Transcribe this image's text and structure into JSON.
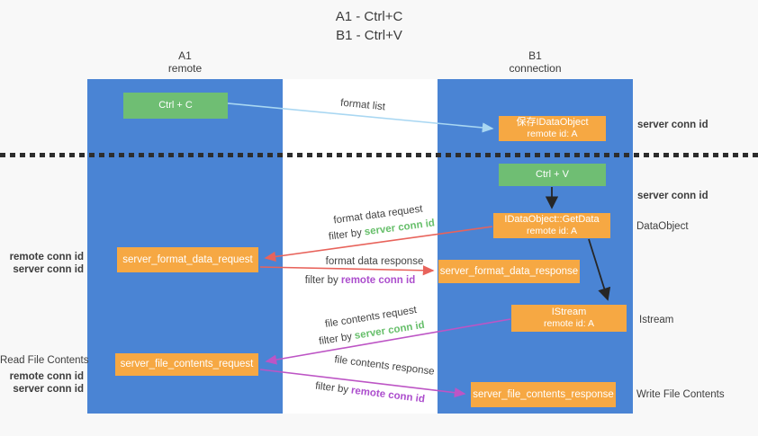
{
  "title": {
    "line1": "A1 - Ctrl+C",
    "line2": "B1 - Ctrl+V"
  },
  "lifelines": {
    "left": {
      "title": "A1",
      "subtitle": "remote"
    },
    "right": {
      "title": "B1",
      "subtitle": "connection"
    }
  },
  "nodes": {
    "ctrl_c": {
      "label": "Ctrl + C"
    },
    "save_idataobject": {
      "line1": "保存IDataObject",
      "line2": "remote id: A"
    },
    "ctrl_v": {
      "label": "Ctrl + V"
    },
    "idataobject_getdata": {
      "line1": "IDataObject::GetData",
      "line2": "remote id: A"
    },
    "server_format_data_request": {
      "label": "server_format_data_request"
    },
    "server_format_data_response": {
      "label": "server_format_data_response"
    },
    "istream_obj": {
      "line1": "IStream",
      "line2": "remote id: A"
    },
    "server_file_contents_request": {
      "label": "server_file_contents_request"
    },
    "server_file_contents_response": {
      "label": "server_file_contents_response"
    }
  },
  "edge_labels": {
    "format_list": "format list",
    "format_data_request": "format data request",
    "format_data_response": "format data response",
    "file_contents_request": "file contents request",
    "file_contents_response": "file contents response",
    "filter_by": "filter by",
    "server_conn_id": "server conn id",
    "remote_conn_id": "remote conn id"
  },
  "annotations": {
    "right_server_conn_id_top": "server conn id",
    "right_server_conn_id_mid": "server conn id",
    "dataobject": "DataObject",
    "istream": "Istream",
    "write_file_contents": "Write File Contents",
    "left_remote_conn_id_top": "remote conn id",
    "left_server_conn_id_top": "server conn id",
    "read_file_contents": "Read File Contents",
    "left_remote_conn_id_bottom": "remote conn id",
    "left_server_conn_id_bottom": "server conn id"
  },
  "colors": {
    "column_blue": "#4a84d4",
    "box_green": "#6fbe73",
    "box_orange": "#f6a843",
    "arrow_light_blue": "#a9d7f2",
    "arrow_red": "#e8635b",
    "arrow_magenta": "#bd55c5",
    "arrow_black": "#262626",
    "text_green": "#67bf6b",
    "text_purple": "#ac4ecd",
    "text_dark": "#3d3d3d",
    "background": "#f8f8f8"
  }
}
